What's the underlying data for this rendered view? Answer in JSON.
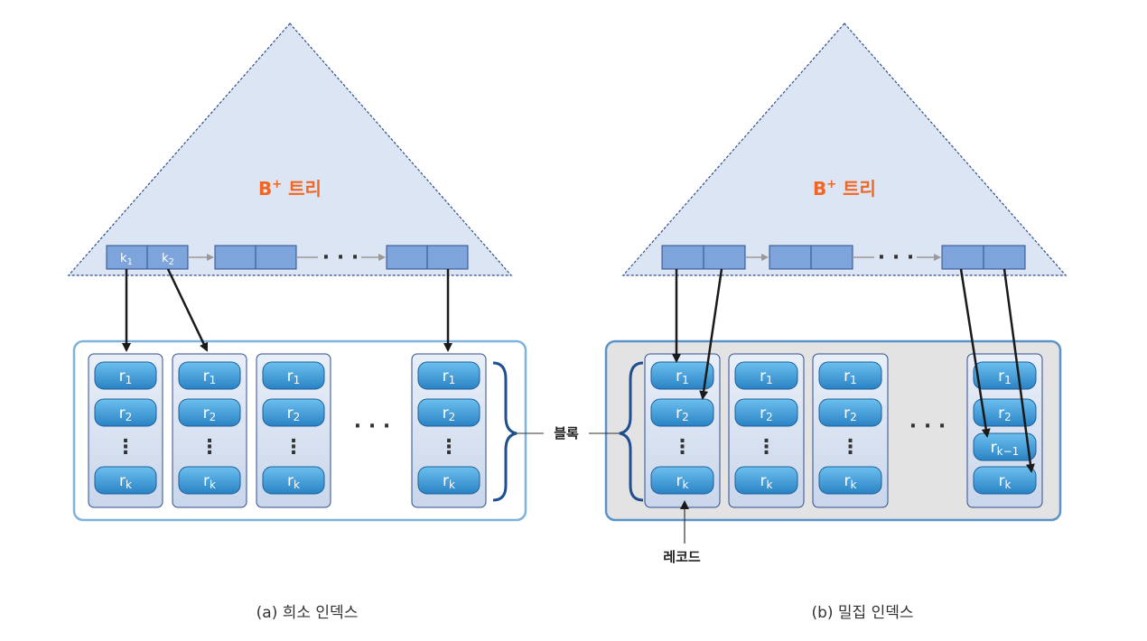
{
  "tree_label": {
    "main": "B",
    "sup": "+",
    "rest": " 트리"
  },
  "keys": {
    "k1": "k",
    "k1_sub": "1",
    "k2": "k",
    "k2_sub": "2"
  },
  "records": {
    "r1": {
      "base": "r",
      "sub": "1"
    },
    "r2": {
      "base": "r",
      "sub": "2"
    },
    "rk": {
      "base": "r",
      "sub": "k"
    },
    "rk1": {
      "base": "r",
      "sub": "k−1"
    }
  },
  "ellipsis": "· · ·",
  "vdots": "⋮",
  "block_label": "블록",
  "record_label": "레코드",
  "captions": {
    "sparse": "(a) 희소 인덱스",
    "dense": "(b) 밀집 인덱스"
  },
  "colors": {
    "tree_fill": "#dbe5f3",
    "tree_stroke": "#2f4e8c",
    "label_orange": "#f26522",
    "node_fill": "#7ea4dc",
    "record_fill": "#3d9ad6",
    "panel_border": "#7fb2de",
    "dense_panel_fill": "#e3e3e3"
  }
}
